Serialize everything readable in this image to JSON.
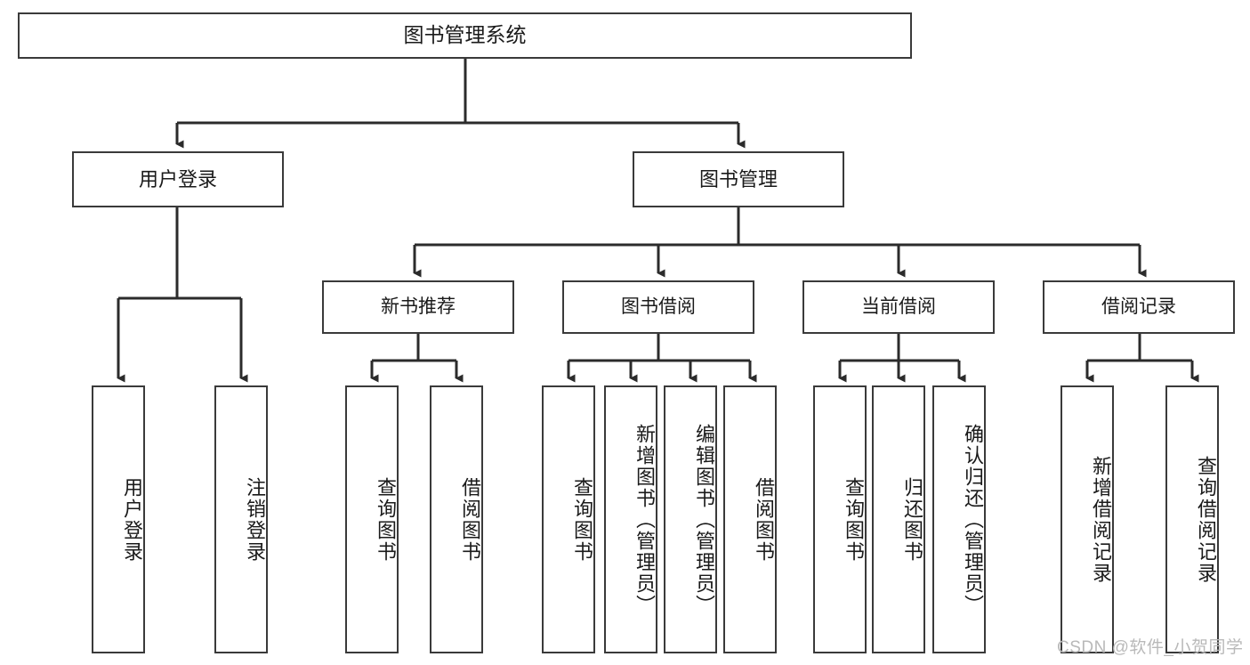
{
  "diagram": {
    "title": "图书管理系统",
    "type": "tree-hierarchy-chart",
    "root": {
      "label": "图书管理系统"
    },
    "level2": [
      {
        "label": "用户登录"
      },
      {
        "label": "图书管理"
      }
    ],
    "level3": [
      {
        "label": "新书推荐"
      },
      {
        "label": "图书借阅"
      },
      {
        "label": "当前借阅"
      },
      {
        "label": "借阅记录"
      }
    ],
    "leaves": {
      "user_login": [
        {
          "label": "用户登录"
        },
        {
          "label": "注销登录"
        }
      ],
      "new_book_recommend": [
        {
          "label": "查询图书"
        },
        {
          "label": "借阅图书"
        }
      ],
      "book_borrow": [
        {
          "label": "查询图书"
        },
        {
          "label": "新增图书（管理员）"
        },
        {
          "label": "编辑图书（管理员）"
        },
        {
          "label": "借阅图书"
        }
      ],
      "current_borrow": [
        {
          "label": "查询图书"
        },
        {
          "label": "归还图书"
        },
        {
          "label": "确认归还（管理员）"
        }
      ],
      "borrow_record": [
        {
          "label": "新增借阅记录"
        },
        {
          "label": "查询借阅记录"
        }
      ]
    }
  },
  "watermark": {
    "text": "CSDN @软件_小贺同学"
  },
  "colors": {
    "box_border": "#3a3a3a",
    "box_fill": "#ffffff",
    "edge": "#2b2b2b",
    "watermark": "#b9b9b9",
    "background": "#ffffff"
  }
}
